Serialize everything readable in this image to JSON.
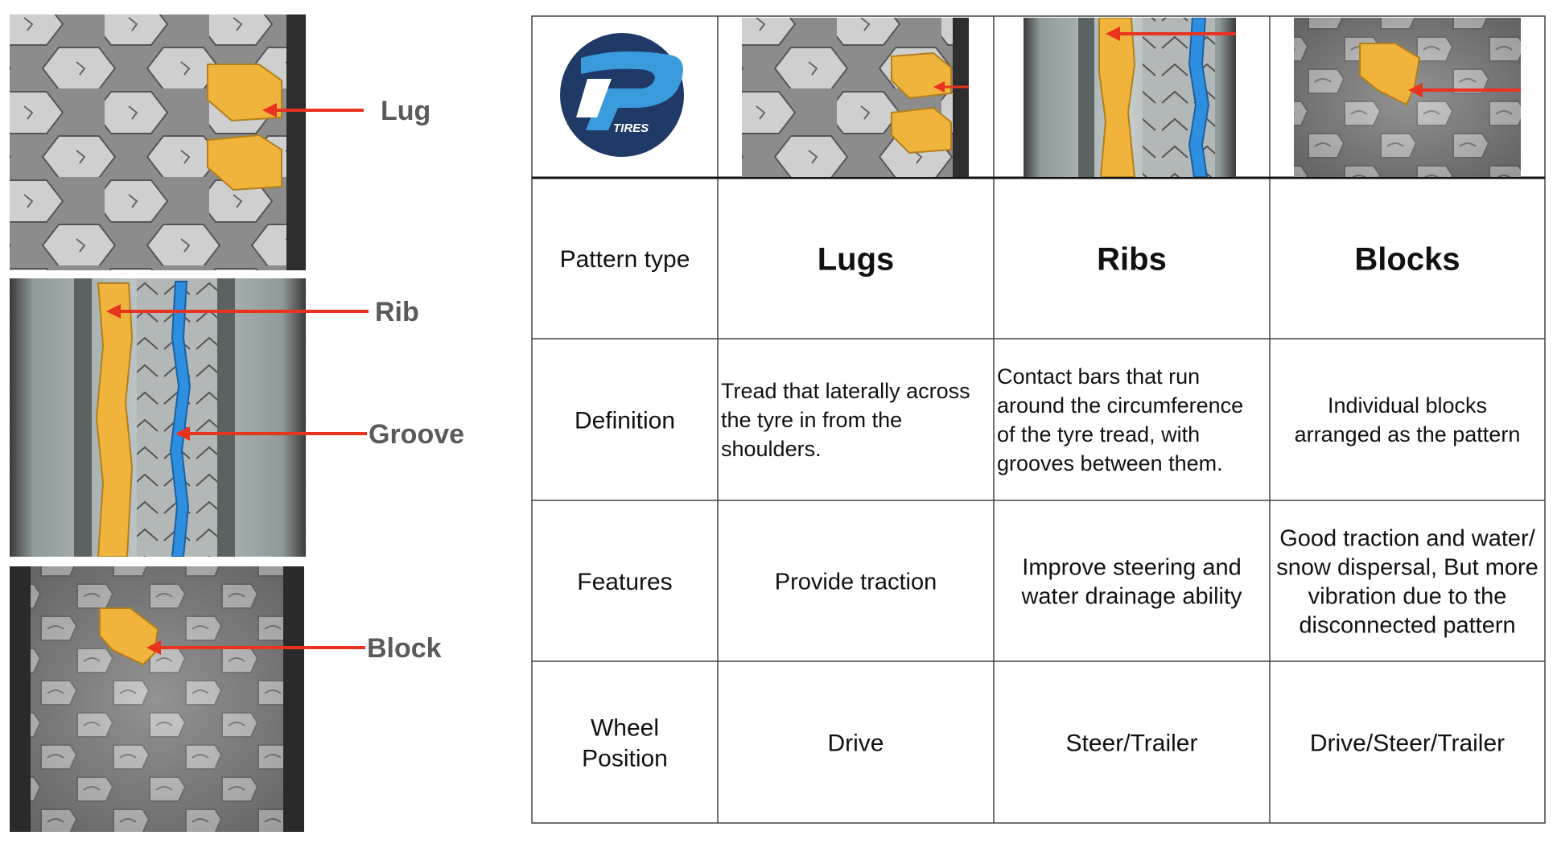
{
  "colors": {
    "tread": "#c9c9c9",
    "tread_dark": "#6e6e6e",
    "tread_light": "#e4e4e4",
    "shoulder": "#3a3a3a",
    "highlight_orange": "#f0b43c",
    "highlight_blue": "#2e8fe0",
    "arrow": "#e8331f",
    "label": "#5a5a5a",
    "logo_circle": "#1f3a66",
    "logo_ribbon": "#3a9bdc",
    "grid": "#444444"
  },
  "labels": {
    "lug": "Lug",
    "rib": "Rib",
    "groove": "Groove",
    "block": "Block"
  },
  "logo": {
    "text": "TIRES",
    "icon": "p-tires-logo-icon"
  },
  "table": {
    "rows": [
      {
        "header": "Pattern type",
        "lugs": "Lugs",
        "ribs": "Ribs",
        "blocks": "Blocks"
      },
      {
        "header": "Definition",
        "lugs": [
          "Tread that laterally across",
          "the tyre in from the",
          "shoulders."
        ],
        "ribs": [
          "Contact bars that run",
          "around the circumference",
          "of the tyre tread, with",
          "grooves between them."
        ],
        "blocks": [
          "Individual blocks",
          "arranged as the pattern"
        ]
      },
      {
        "header": "Features",
        "lugs": [
          "Provide traction"
        ],
        "ribs": [
          "Improve steering and",
          "water drainage ability"
        ],
        "blocks": [
          "Good traction and water/",
          "snow dispersal, But more",
          "vibration due to the",
          "disconnected pattern"
        ]
      },
      {
        "header": [
          "Wheel",
          "Position"
        ],
        "lugs": [
          "Drive"
        ],
        "ribs": [
          "Steer/Trailer"
        ],
        "blocks": [
          "Drive/Steer/Trailer"
        ]
      }
    ]
  }
}
